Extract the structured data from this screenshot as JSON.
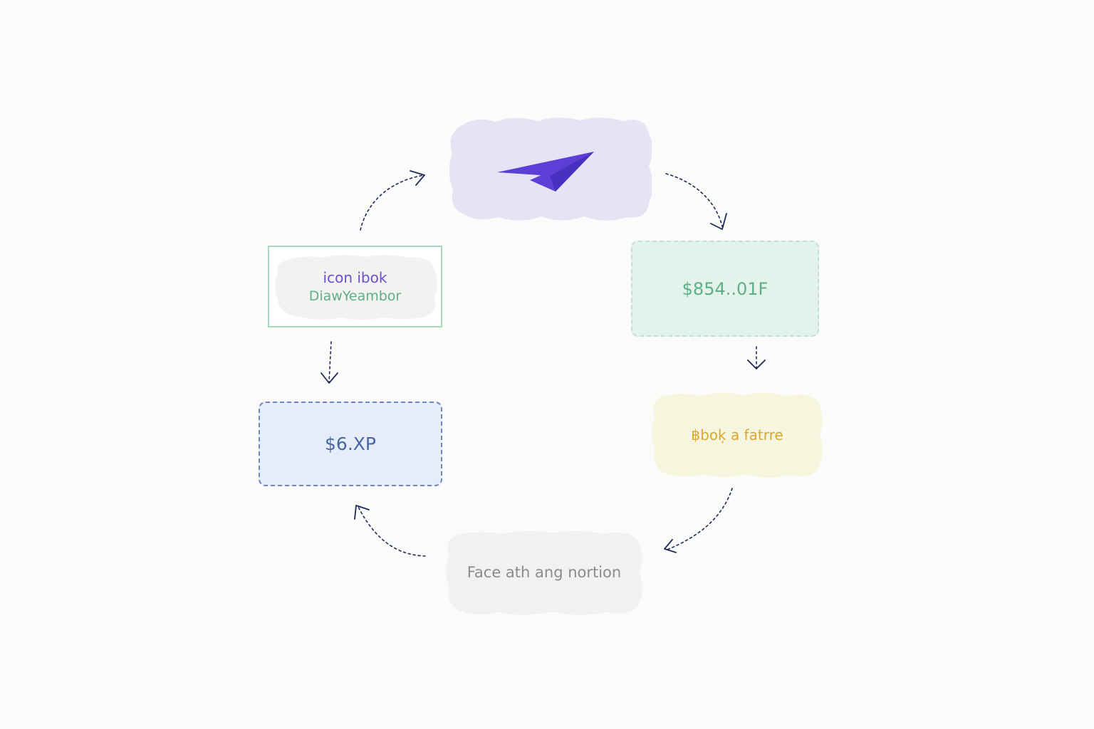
{
  "diagram": {
    "nodes": {
      "top": {
        "icon": "paper-plane-icon",
        "color": "#5b3fd6",
        "fill": "#e6e3f5"
      },
      "right": {
        "label": "$854..01F",
        "color": "#5fae88",
        "fill": "#e3f3ec"
      },
      "bottom_right": {
        "label": "฿boķ a fatrre",
        "color": "#d9a832",
        "fill": "#f6f5de"
      },
      "bottom": {
        "label": "Face ath ang nortion",
        "color": "#8b8b8b",
        "fill": "#f1f1ef"
      },
      "left_bottom": {
        "label": "$6.XP",
        "color": "#4766a8",
        "fill": "#e6edf9"
      },
      "left_top": {
        "label_primary": "icon ibok",
        "label_secondary": "DiawYeambor",
        "primary_color": "#6c4ecb",
        "secondary_color": "#5fae88"
      }
    },
    "connector_color": "#1e2a5a"
  }
}
